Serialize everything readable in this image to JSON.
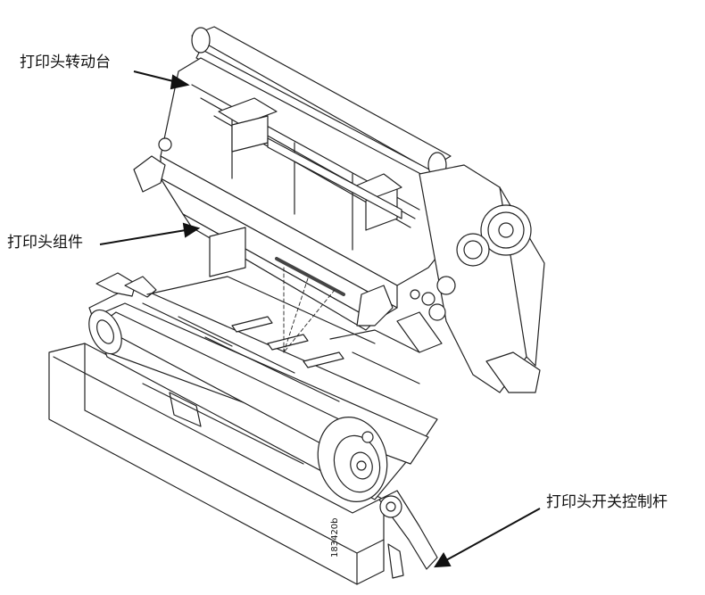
{
  "callouts": {
    "printhead_rotation_stage": "打印头转动台",
    "printhead_assembly": "打印头组件",
    "printhead_switch_lever": "打印头开关控制杆"
  },
  "figure_id": "183420b",
  "colors": {
    "line": "#222222",
    "fill": "#ffffff",
    "shade": "#e6e6e6"
  }
}
